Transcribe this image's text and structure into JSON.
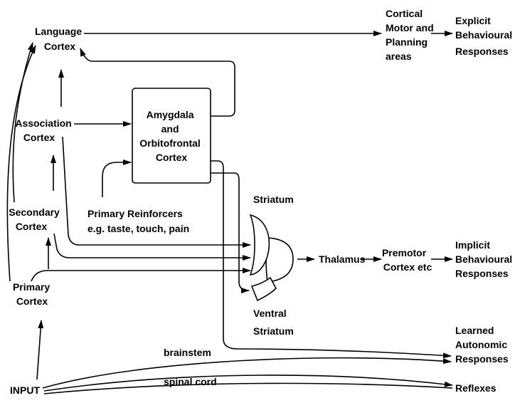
{
  "nodes": {
    "language_cortex": [
      "Language",
      "Cortex"
    ],
    "association_cortex": [
      "Association",
      "Cortex"
    ],
    "secondary_cortex": [
      "Secondary",
      "Cortex"
    ],
    "primary_cortex": [
      "Primary",
      "Cortex"
    ],
    "input": "INPUT",
    "amygdala": [
      "Amygdala",
      "and",
      "Orbitofrontal",
      "Cortex"
    ],
    "primary_reinforcers": [
      "Primary Reinforcers",
      "e.g. taste, touch, pain"
    ],
    "striatum": "Striatum",
    "ventral_striatum": [
      "Ventral",
      "Striatum"
    ],
    "thalamus": "Thalamus",
    "premotor": [
      "Premotor",
      "Cortex etc"
    ],
    "cortical_motor": [
      "Cortical",
      "Motor and",
      "Planning",
      "areas"
    ],
    "explicit": [
      "Explicit",
      "Behavioural",
      "Responses"
    ],
    "implicit": [
      "Implicit",
      "Behavioural",
      "Responses"
    ],
    "autonomic": [
      "Learned",
      "Autonomic",
      "Responses"
    ],
    "reflexes": "Reflexes",
    "brainstem": "brainstem",
    "spinal_cord": "spinal cord"
  },
  "colors": {
    "ink": "#000000",
    "background": "#ffffff"
  }
}
